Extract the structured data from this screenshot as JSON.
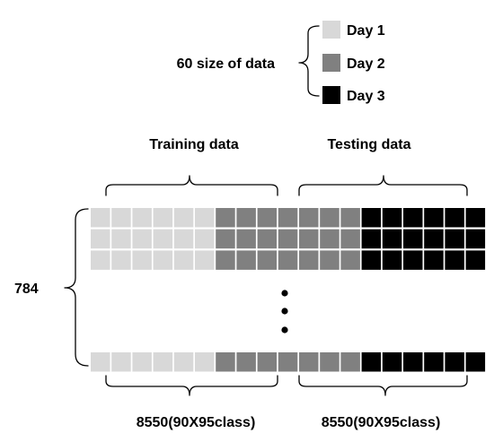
{
  "legend": {
    "label": "60 size of data",
    "items": [
      {
        "label": "Day 1",
        "color": "#d8d8d8"
      },
      {
        "label": "Day 2",
        "color": "#808080"
      },
      {
        "label": "Day 3",
        "color": "#000000"
      }
    ]
  },
  "sections": {
    "training_label": "Training data",
    "testing_label": "Testing data"
  },
  "rows_label": "784",
  "footer": {
    "training_count": "8550(90X95class)",
    "testing_count": "8550(90X95class)"
  },
  "grid": {
    "columns": [
      "d1",
      "d1",
      "d1",
      "d1",
      "d1",
      "d1",
      "d2",
      "d2",
      "d2",
      "d2",
      "d2",
      "d2",
      "d2",
      "d3",
      "d3",
      "d3",
      "d3",
      "d3",
      "d3"
    ],
    "top_rows": 3,
    "bottom_rows": 1
  }
}
